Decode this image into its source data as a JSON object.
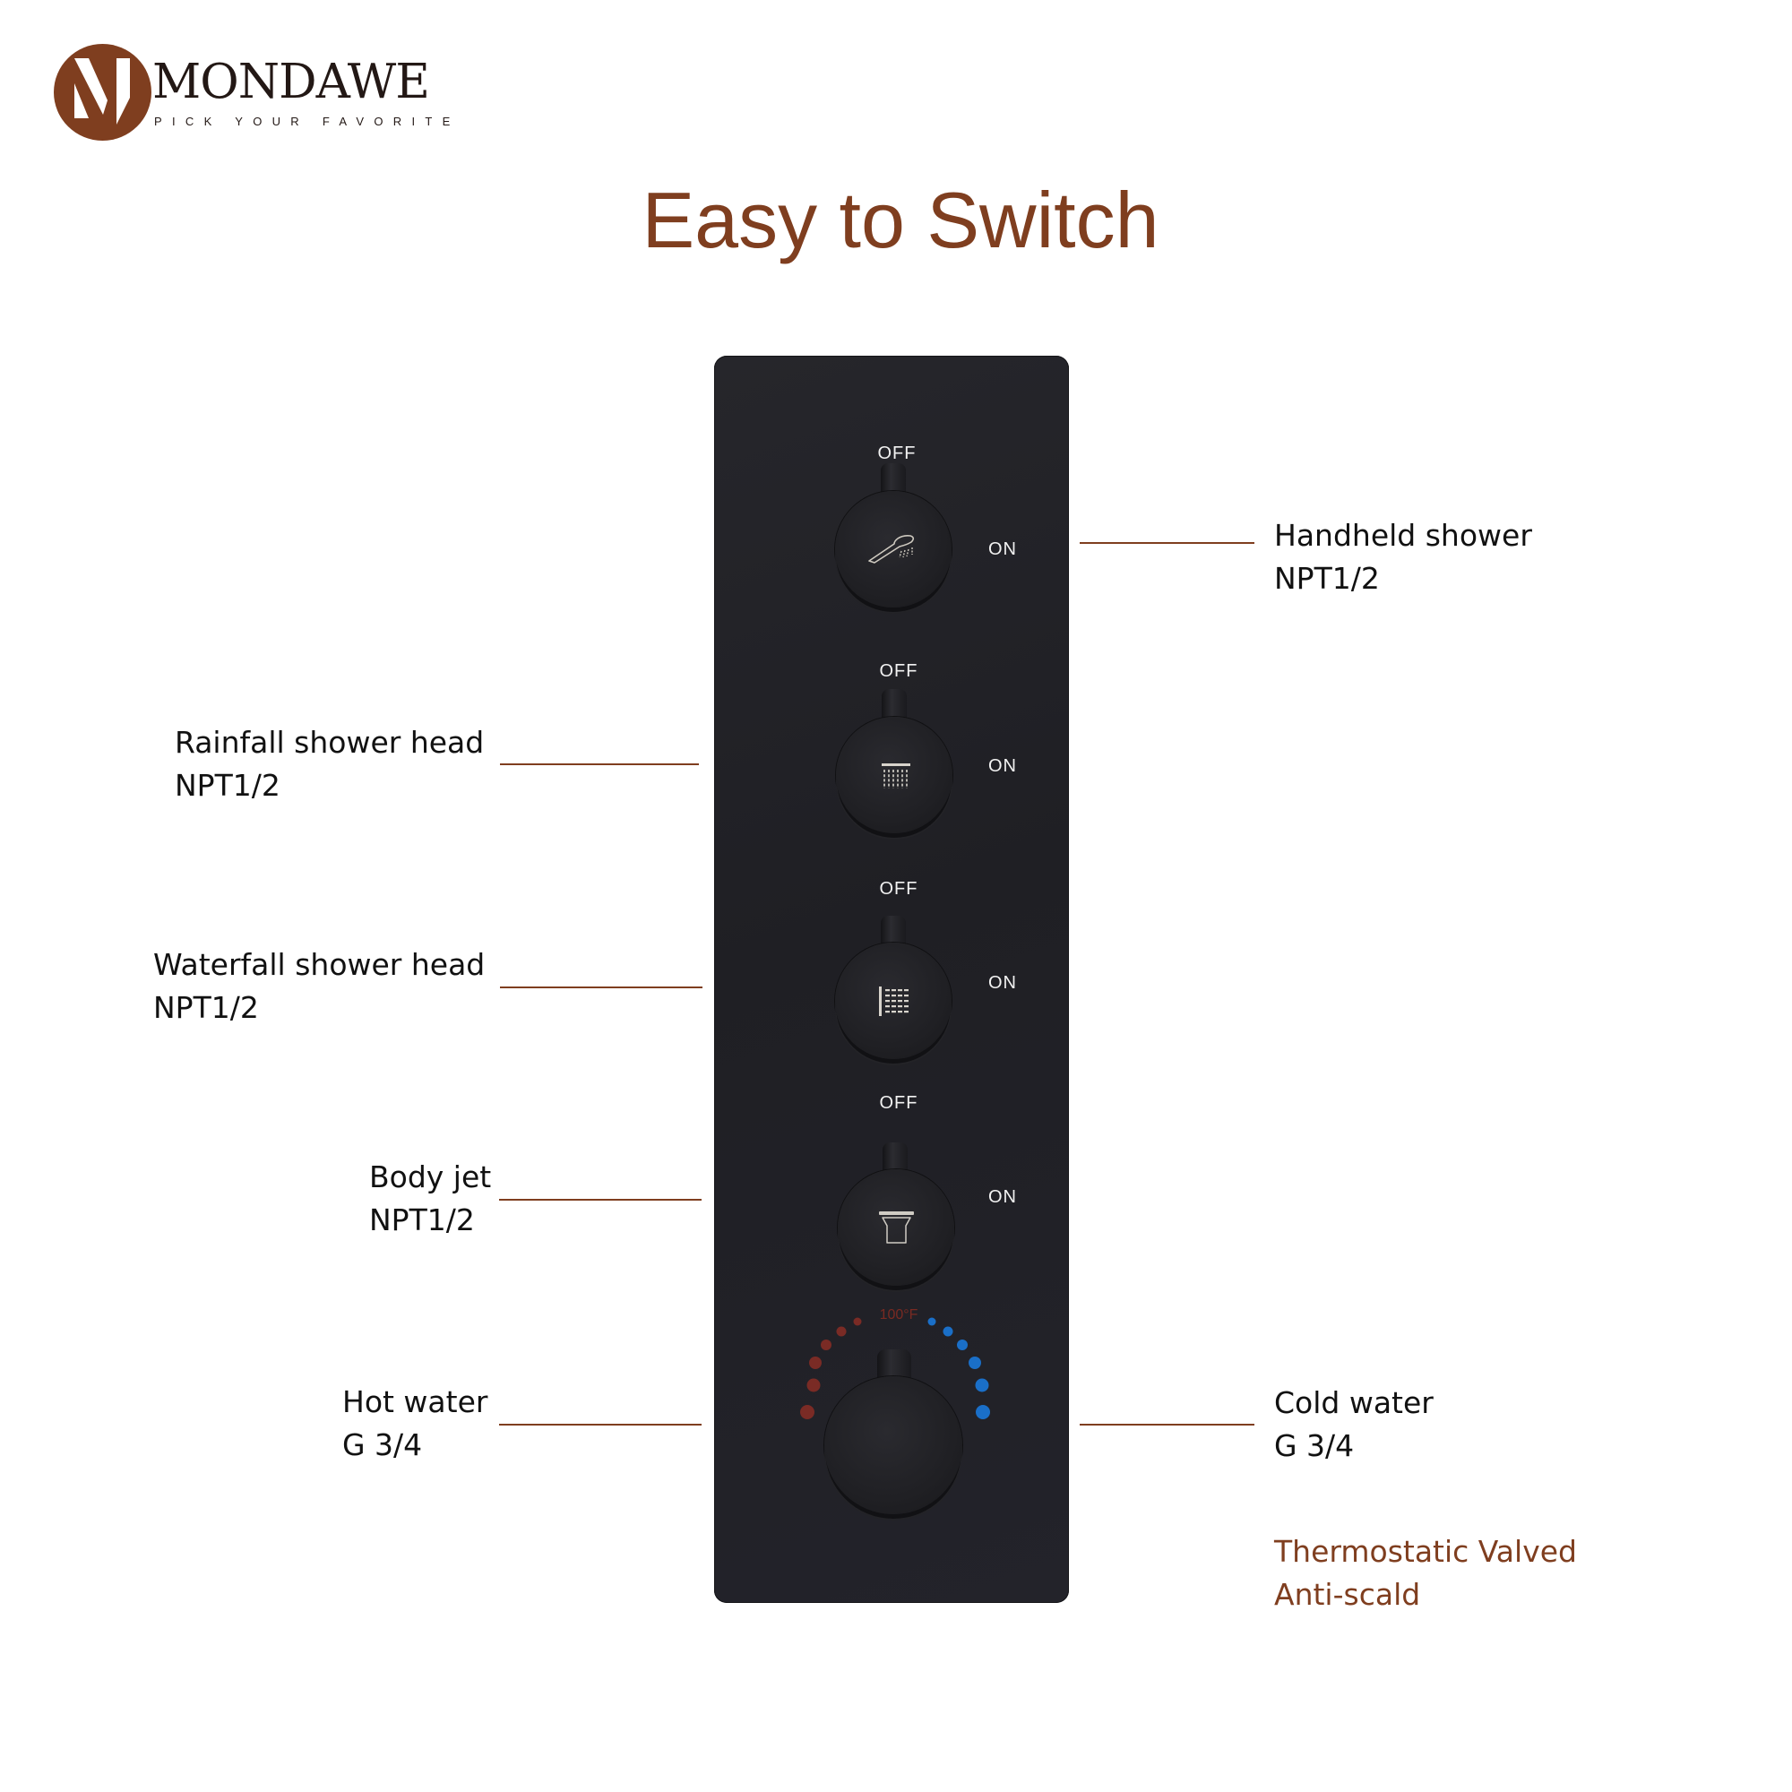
{
  "brand": {
    "name": "MONDAWE",
    "tagline": "PICK YOUR FAVORITE",
    "logo_icon": "m-monogram-icon",
    "color": "#7f3e1f"
  },
  "title": "Easy to Switch",
  "panel": {
    "color": "#222227",
    "diverters": [
      {
        "id": "handheld",
        "off_label": "OFF",
        "on_label": "ON",
        "icon": "handheld-shower-icon"
      },
      {
        "id": "rainfall",
        "off_label": "OFF",
        "on_label": "ON",
        "icon": "rainfall-shower-icon"
      },
      {
        "id": "waterfall",
        "off_label": "OFF",
        "on_label": "ON",
        "icon": "waterfall-shower-icon"
      },
      {
        "id": "body-jet",
        "off_label": "OFF",
        "on_label": "ON",
        "icon": "body-jet-icon"
      }
    ],
    "thermostat": {
      "temp_label": "100°F",
      "hot_color": "#7a2b25",
      "cold_color": "#1a6fc8",
      "hot_dots": 6,
      "cold_dots": 6
    }
  },
  "callouts": {
    "handheld": {
      "name": "Handheld shower",
      "spec": "NPT1/2"
    },
    "rainfall": {
      "name": "Rainfall shower head",
      "spec": "NPT1/2"
    },
    "waterfall": {
      "name": "Waterfall shower head",
      "spec": "NPT1/2"
    },
    "body_jet": {
      "name": "Body jet",
      "spec": "NPT1/2"
    },
    "hot_water": {
      "name": "Hot water",
      "spec": "G 3/4"
    },
    "cold_water": {
      "name": "Cold water",
      "spec": "G 3/4"
    }
  },
  "note": {
    "line1": "Thermostatic Valved",
    "line2": "Anti-scald"
  }
}
